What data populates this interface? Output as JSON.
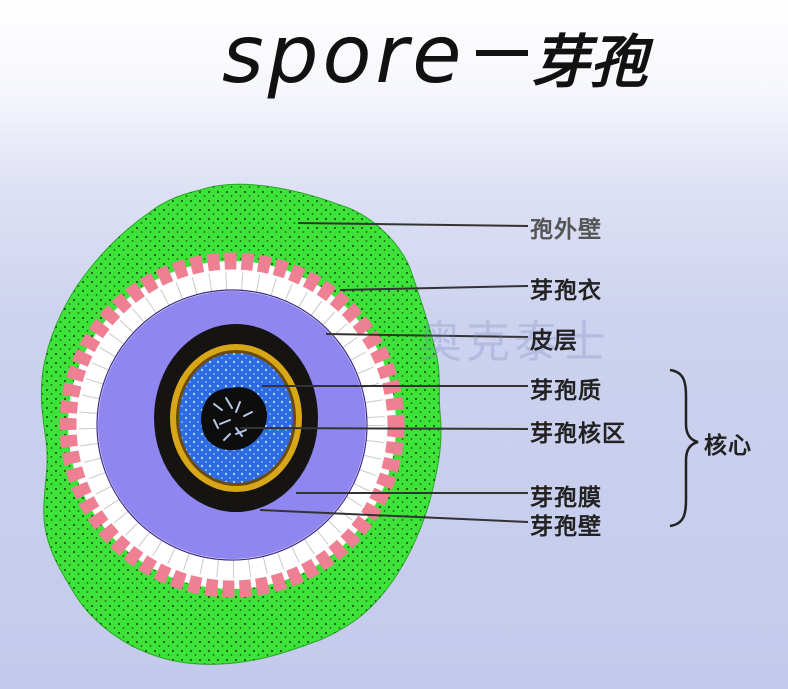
{
  "title": {
    "en": "spore",
    "zh": "芽孢"
  },
  "labels": {
    "exosporium": "孢外壁",
    "spore_coat": "芽孢衣",
    "cortex": "皮层",
    "spore_cytoplasm": "芽孢质",
    "nucleoid": "芽孢核区",
    "spore_membrane": "芽孢膜",
    "spore_wall": "芽孢壁",
    "core": "核心"
  },
  "watermark": "奥克泰士",
  "colors": {
    "exosporium": "#3ee33a",
    "coat_pink": "#ef7f92",
    "coat_white": "#ffffff",
    "cortex": "#8f87ef",
    "wall_dark": "#161313",
    "membrane_yellow": "#d7a718",
    "cytoplasm": "#2c6be3",
    "nucleoid": "#0d0d0d"
  }
}
